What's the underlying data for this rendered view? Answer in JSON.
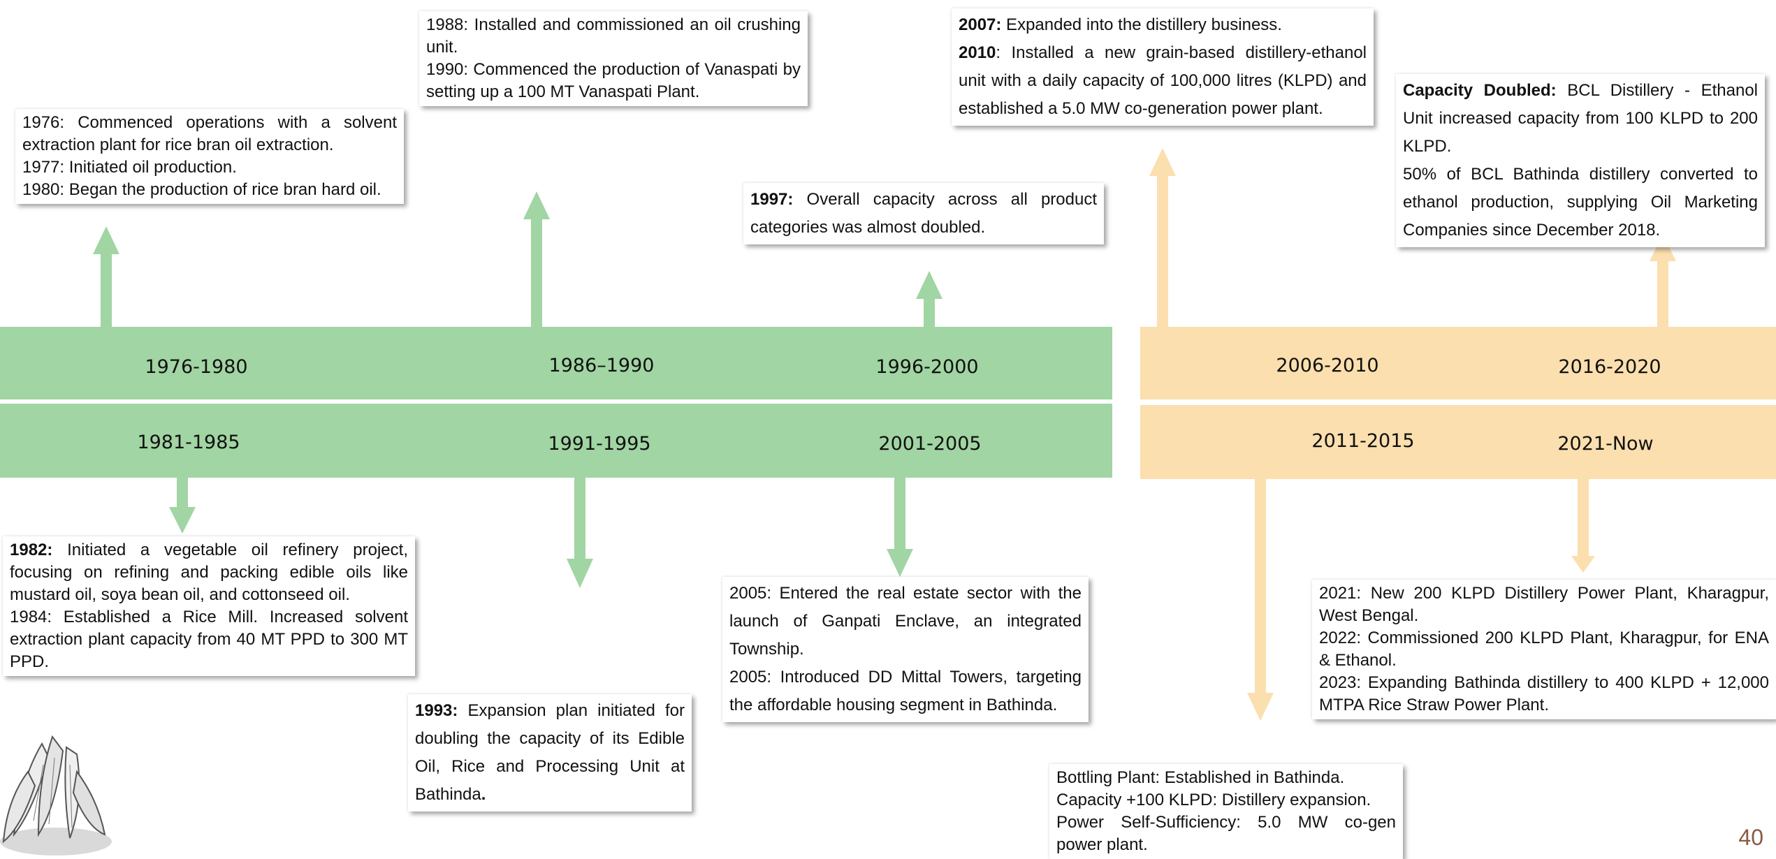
{
  "periods_green_top": [
    "1976-1980",
    "1986–1990",
    "1996-2000"
  ],
  "periods_green_bottom": [
    "1981-1985",
    "1991-1995",
    "2001-2005"
  ],
  "periods_orange_top": [
    "2006-2010",
    "2016-2020"
  ],
  "periods_orange_bottom": [
    "2011-2015",
    "2021-Now"
  ],
  "boxes": {
    "b1976": {
      "y1": "1976",
      "t1": ": Commenced operations with a solvent extraction plant for rice bran oil extraction.",
      "y2": "1977",
      "t2": ": Initiated oil production.",
      "y3": "1980",
      "t3": ": Began the production of rice bran hard oil."
    },
    "b1988": {
      "y1": "1988",
      "t1": ": Installed and commissioned an oil crushing unit.",
      "y2": "1990",
      "t2": ": Commenced the production of Vanaspati by setting up a 100 MT Vanaspati Plant."
    },
    "b1997": {
      "y1": "1997:",
      "t1": " Overall capacity across all product categories was almost doubled."
    },
    "b2007": {
      "y1": "2007:",
      "t1": " Expanded into the distillery business.",
      "y2": "2010",
      "t2": ": Installed a new grain-based distillery-ethanol unit with a daily capacity of 100,000 litres (KLPD) and established a 5.0 MW co-generation power plant."
    },
    "b2016": {
      "h1": "Capacity Doubled:",
      "t1": " BCL Distillery - Ethanol Unit increased capacity from 100 KLPD to 200 KLPD.",
      "t2": " 50% of BCL Bathinda distillery converted to ethanol production, supplying Oil Marketing Companies since December 2018."
    },
    "b1982": {
      "y1": "1982:",
      "t1": " Initiated a vegetable oil refinery project, focusing on refining and packing edible oils like mustard oil, soya bean oil, and cottonseed oil.",
      "y2": "1984",
      "t2": ": Established a Rice Mill. Increased solvent extraction plant capacity from 40 MT PPD to 300 MT PPD."
    },
    "b1993": {
      "y1": "1993:",
      "t1": "  Expansion plan initiated for doubling the capacity of its Edible Oil, Rice and Processing Unit at Bathinda",
      "t1end": "."
    },
    "b2005": {
      "y1": "2005",
      "t1": ": Entered the real estate sector with the launch of Ganpati Enclave, an integrated Township.",
      "y2": "2005",
      "t2": ": Introduced DD Mittal Towers, targeting the affordable housing segment in Bathinda."
    },
    "b2011": {
      "l1": "Bottling Plant: Established in Bathinda.",
      "l2": "Capacity +100 KLPD: Distillery expansion.",
      "l3": "Power Self-Sufficiency: 5.0 MW co-gen power plant."
    },
    "b2021": {
      "y1": "2021",
      "t1": ": New 200 KLPD Distillery Power Plant, Kharagpur, West Bengal.",
      "y2": "2022",
      "t2": ": Commissioned 200 KLPD Plant, Kharagpur, for ENA & Ethanol.",
      "y3": "2023",
      "t3": ": Expanding Bathinda distillery to 400 KLPD + 12,000 MTPA Rice Straw Power Plant."
    }
  },
  "page_number": "40",
  "colors": {
    "green": "#a1d5a3",
    "orange": "#fbdfae"
  },
  "icons": {
    "decoration": "corn-illustration"
  }
}
